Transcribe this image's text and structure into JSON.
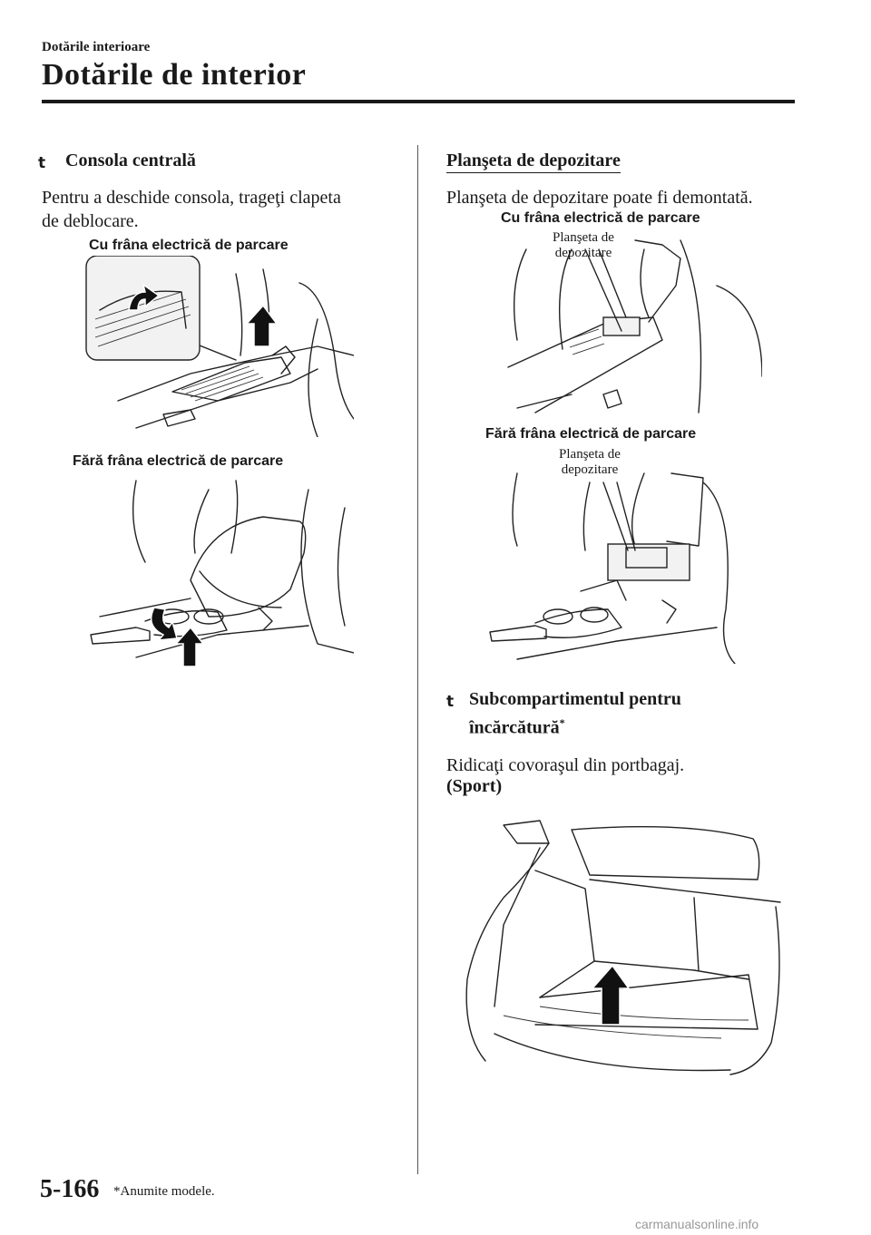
{
  "header": {
    "section_small": "Dotările interioare",
    "section_title": "Dotările de interior"
  },
  "left": {
    "bullet": "t",
    "heading": "Consola centrală",
    "body_line1": "Pentru a deschide consola, trageţi clapeta",
    "body_line2": "de deblocare.",
    "caption1": "Cu frâna electrică de parcare",
    "caption2": "Fără frâna electrică de parcare"
  },
  "right": {
    "heading": "Planşeta de depozitare",
    "body": "Planşeta de depozitare poate fi demontată.",
    "caption1": "Cu frâna electrică de parcare",
    "label1_line1": "Planşeta de",
    "label1_line2": "depozitare",
    "caption2": "Fără frâna electrică de parcare",
    "label2_line1": "Planşeta de",
    "label2_line2": "depozitare",
    "bullet": "t",
    "heading2_line1": "Subcompartimentul pentru",
    "heading2_line2": "încărcătură",
    "heading2_star": "*",
    "body2": "Ridicaţi covoraşul din portbagaj.",
    "model": "(Sport)"
  },
  "footer": {
    "page_number": "5-166",
    "note": "*Anumite modele.",
    "watermark": "carmanualsonline.info"
  }
}
